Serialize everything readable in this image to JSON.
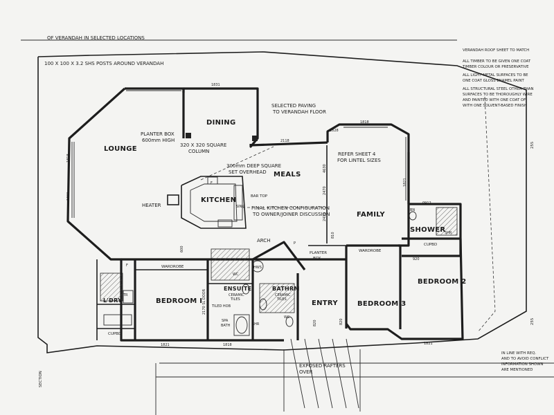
{
  "header": {
    "left_note": "OF VERANDAH IN SELECTED LOCATIONS",
    "posts_note": "100 X 100 X 3.2 SHS POSTS AROUND VERANDAH"
  },
  "side_notes": {
    "top": [
      "VERANDAH ROOF SHEET TO MATCH",
      "ALL TIMBER TO BE GIVEN ONE COAT",
      "TIMBER COLOUR OR PRESERVATIVE",
      "ALL LIGHT METAL SURFACES TO BE",
      "ONE COAT GLOSS ENAMEL PAINT",
      "ALL STRUCTURAL STEEL OTHER THAN",
      "SURFACES TO BE THOROUGHLY WIRE",
      "AND PAINTED WITH ONE COAT OF",
      "WITH ONE SOLVENT-BASED FINISH"
    ],
    "bottom": [
      "IN LINE WITH REQ.",
      "AND TO AVOID CONFLICT",
      "INFORMATION SHOWN",
      "ARE MENTIONED"
    ],
    "right_numbers": [
      "255",
      "255"
    ],
    "left_vertical": "SECTION"
  },
  "rooms": {
    "lounge": "LOUNGE",
    "dining": "DINING",
    "kitchen": "KITCHEN",
    "meals": "MEALS",
    "family": "FAMILY",
    "shower": "SHOWER",
    "bedroom1": "BEDROOM I",
    "bedroom2": "BEDROOM 2",
    "bedroom3": "BEDROOM 3",
    "ensuite": "ENSUITE",
    "bathrm": "BATHRM",
    "entry": "ENTRY",
    "ldry": "L'DRY",
    "wardrobe1": "WARDROBE",
    "wardrobe2": "WARDROBE",
    "cupbd1": "CUPBD",
    "cupbd2": "CUPBD"
  },
  "annotations": {
    "planter_box_1": "PLANTER BOX",
    "planter_box_1b": "600mm HIGH",
    "column_1": "320 X 320 SQUARE",
    "column_2": "COLUMN",
    "paving_1": "SELECTED PAVING",
    "paving_2": "TO VERANDAH FLOOR",
    "overhead_1": "300mm DEEP SQUARE",
    "overhead_2": "SET OVERHEAD",
    "refer_1": "REFER SHEET 4",
    "refer_2": "FOR LINTEL SIZES",
    "heater": "HEATER",
    "bar_top": "BAR TOP",
    "kitchen_cfg_1": "FINAL KITCHEN CONFIGURATION",
    "kitchen_cfg_2": "TO OWNER/JOINER DISCUSSION",
    "arch": "ARCH",
    "planter_box_2a": "PLANTER",
    "planter_box_2b": "BOX",
    "exposed_1": "EXPOSED RAFTERS",
    "exposed_2": "OVER",
    "hws": "HWS",
    "fridge": "F",
    "pantry": "P",
    "sink": "SINK",
    "wc": "WC",
    "spa": "SPA",
    "bath": "BATH",
    "shr": "SHR",
    "ceramic_1": "CERAMIC",
    "ceramic_2": "TILES",
    "tiled_hob": "TILED HOB",
    "sl_door": "2170 SL DOOR",
    "bn": "BN",
    "tr": "TR"
  },
  "dimensions": {
    "d1831": "1831",
    "d2118": "2118",
    "d1818": "1818",
    "d1828": "1828",
    "d1821": "1821",
    "d1818b": "1818",
    "d810": "810",
    "d820": "820",
    "d600": "600",
    "d920": "920",
    "d820b": "820",
    "d0912": "0912",
    "d1821b": "1821",
    "d1818c": "1818",
    "d1821c": "1821",
    "d1821d": "1821",
    "d4630": "4630",
    "d2470": "2470",
    "d2410": "2410"
  }
}
